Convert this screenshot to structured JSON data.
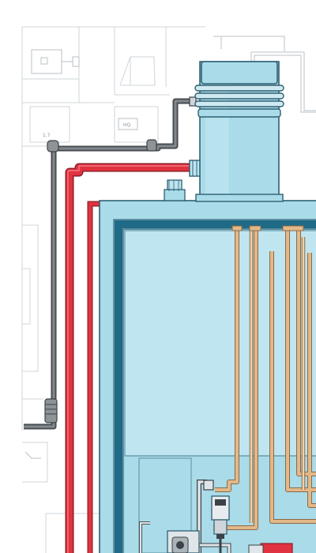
{
  "diagram": {
    "labels": {
      "panel_left": "1.7",
      "panel_right": "HQ"
    },
    "colors": {
      "background": "#ffffff",
      "blueprint_line": "#cfd5da",
      "tank_fill": "#a9dbe8",
      "tank_light": "#bfe6f0",
      "tank_stroke": "#2f5f73",
      "inner_frame": "#1f6a86",
      "hot_pipe": "#e0333f",
      "hot_pipe_dark": "#8f1e27",
      "cold_pipe": "#6a6f73",
      "cold_pipe_dark": "#3d4246",
      "coil_pipe": "#e3b889",
      "coil_pipe_dark": "#8a6a48"
    },
    "components": [
      {
        "id": "expansion-cylinder",
        "icon": "cylinder-icon"
      },
      {
        "id": "main-tank",
        "icon": "tank-icon"
      },
      {
        "id": "hot-water-pipe",
        "icon": "pipe-icon"
      },
      {
        "id": "cold-water-pipe",
        "icon": "pipe-icon"
      },
      {
        "id": "heating-coils",
        "icon": "coil-icon"
      },
      {
        "id": "pump-assembly",
        "icon": "pump-icon"
      },
      {
        "id": "valve",
        "icon": "valve-icon"
      }
    ]
  }
}
